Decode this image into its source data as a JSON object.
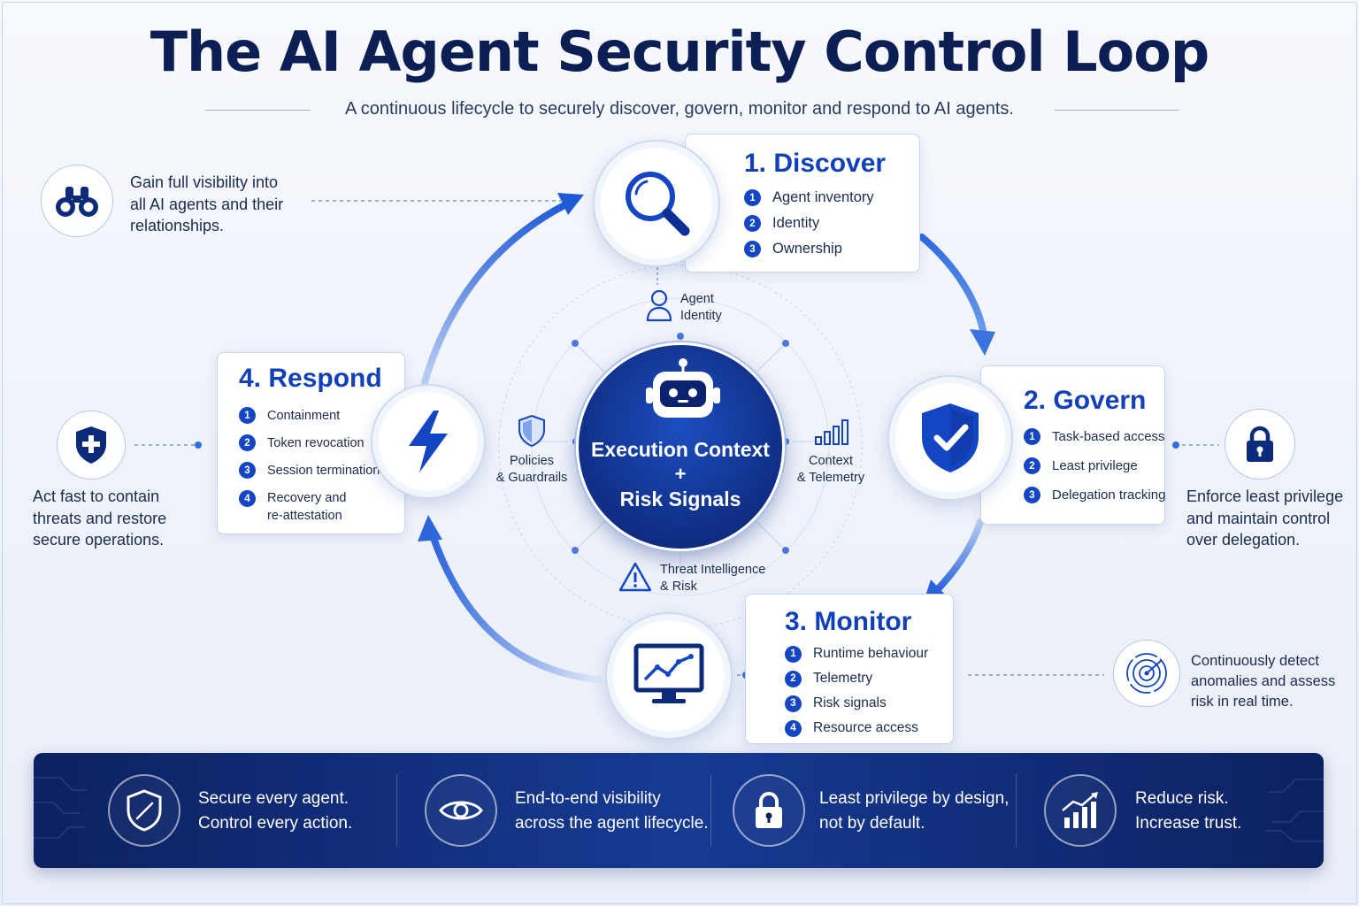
{
  "title": "The AI Agent Security Control Loop",
  "subtitle": "A continuous lifecycle to securely discover, govern, monitor and respond to AI agents.",
  "colors": {
    "primary": "#1240b8",
    "navy": "#0b1f55",
    "accent": "#2f6fe0",
    "banner": "#0c2160"
  },
  "stages": {
    "discover": {
      "title": "1. Discover",
      "icon": "magnifier-icon",
      "items": [
        "Agent inventory",
        "Identity",
        "Ownership"
      ],
      "note": [
        "Gain full visibility into",
        "all AI agents and their",
        "relationships."
      ],
      "note_icon": "binoculars-icon"
    },
    "govern": {
      "title": "2. Govern",
      "icon": "shield-check-icon",
      "items": [
        "Task-based access",
        "Least privilege",
        "Delegation tracking"
      ],
      "note": [
        "Enforce least privilege",
        "and maintain control",
        "over delegation."
      ],
      "note_icon": "padlock-icon"
    },
    "monitor": {
      "title": "3. Monitor",
      "icon": "monitor-chart-icon",
      "items": [
        "Runtime behaviour",
        "Telemetry",
        "Risk signals",
        "Resource access"
      ],
      "note": [
        "Continuously detect",
        "anomalies and assess",
        "risk in real time."
      ],
      "note_icon": "radar-icon"
    },
    "respond": {
      "title": "4. Respond",
      "icon": "lightning-bolt-icon",
      "items": [
        "Containment",
        "Token revocation",
        "Session termination",
        "Recovery and",
        "re-attestation"
      ],
      "note": [
        "Act fast to contain",
        "threats and restore",
        "secure operations."
      ],
      "note_icon": "shield-plus-icon"
    }
  },
  "core": {
    "icon": "robot-icon",
    "line1": "Execution Context",
    "line2": "+",
    "line3": "Risk Signals"
  },
  "orbit": {
    "identity": [
      "Agent",
      "Identity"
    ],
    "policies": [
      "Policies",
      "& Guardrails"
    ],
    "context": [
      "Context",
      "& Telemetry"
    ],
    "threat": [
      "Threat Intelligence",
      "& Risk"
    ]
  },
  "banner": [
    {
      "icon": "shield-outline-icon",
      "lines": [
        "Secure every agent.",
        "Control every action."
      ]
    },
    {
      "icon": "eye-icon",
      "lines": [
        "End-to-end visibility",
        "across the agent lifecycle."
      ]
    },
    {
      "icon": "lock-icon",
      "lines": [
        "Least privilege by design,",
        "not by default."
      ]
    },
    {
      "icon": "growth-chart-icon",
      "lines": [
        "Reduce risk.",
        "Increase trust."
      ]
    }
  ]
}
